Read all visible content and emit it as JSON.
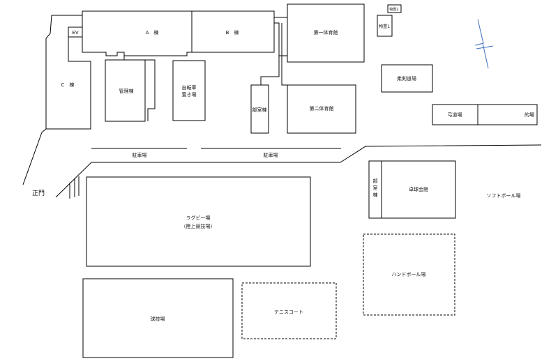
{
  "labels": {
    "building_a": "A　棟",
    "building_b": "B　棟",
    "building_c": "C　棟",
    "ev": "EV",
    "admin": "管理棟",
    "bike_line1": "自転車",
    "bike_line2": "置き場",
    "gym1": "第一体育館",
    "gym2": "第二体育館",
    "clubroom1": "部室棟",
    "clubroom2_chars": [
      "部",
      "室",
      "棟"
    ],
    "storage1": "物置1",
    "storage2": "物置2",
    "judo_kendo": "柔剣道場",
    "archery": "弓道場",
    "target": "的場",
    "parking_left": "駐車場",
    "parking_right": "駐車場",
    "main_gate": "正門",
    "table_tennis": "卓球会館",
    "softball": "ソフトボール場",
    "rugby_line1": "ラグビー場",
    "rugby_line2": "（陸上競技場）",
    "handball": "ハンドボール場",
    "tennis": "テニスコート",
    "ball_field": "球技場"
  }
}
